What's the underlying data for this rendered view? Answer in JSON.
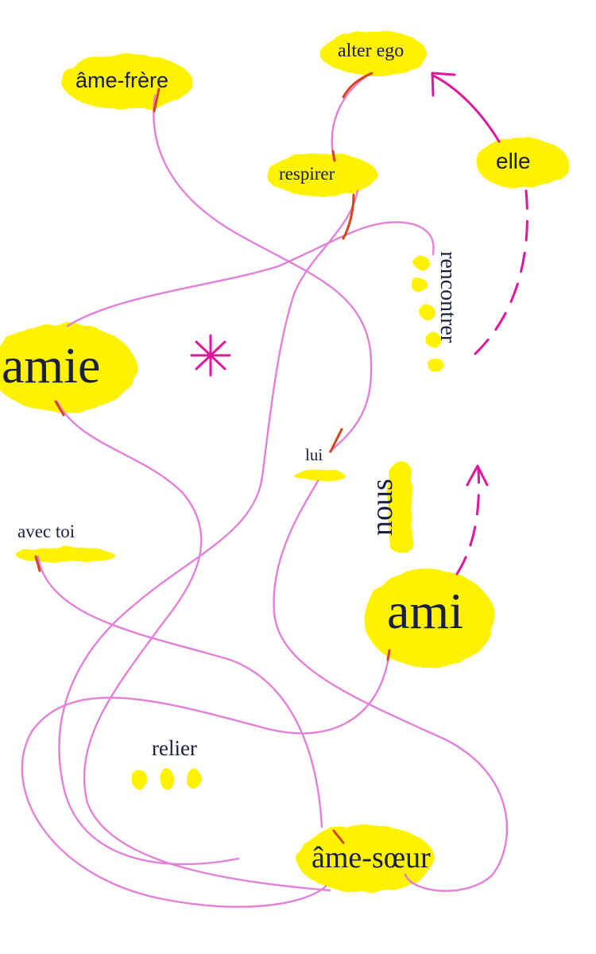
{
  "colors": {
    "highlight": "#fff200",
    "connector": "#e27ad8",
    "arrow": "#e0179a",
    "node_tip": "#d4451c",
    "text": "#1a1f3c"
  },
  "words": {
    "ame_frere": "âme-frère",
    "alter_ego": "alter ego",
    "respirer": "respirer",
    "elle": "elle",
    "rencontrer": "rencontrer",
    "amie": "amie",
    "lui": "lui",
    "nous": "nous",
    "avec_toi": "avec toi",
    "ami": "ami",
    "relier": "relier",
    "ame_soeur": "âme-sœur"
  },
  "decorations": {
    "asterisk": "asterisk-icon",
    "dots": "dot-marks"
  }
}
